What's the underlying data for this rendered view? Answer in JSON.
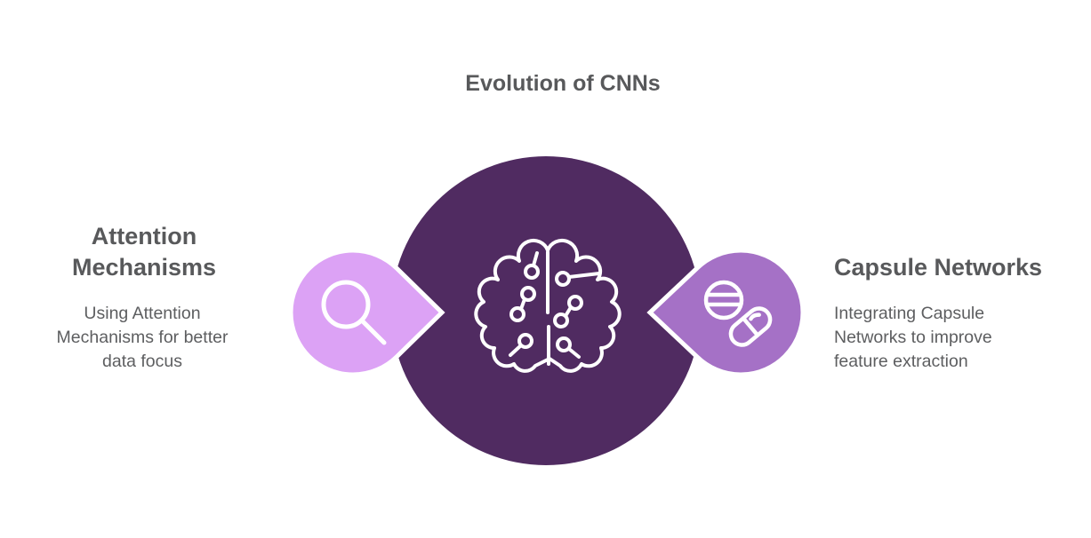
{
  "title": "Evolution of CNNs",
  "center_node": {
    "icon": "brain-circuit-icon"
  },
  "left_node": {
    "heading": "Attention\nMechanisms",
    "description": "Using Attention\nMechanisms for better\ndata focus",
    "icon": "magnifier-icon",
    "color": "#DCA2F5"
  },
  "right_node": {
    "heading": "Capsule Networks",
    "description": "Integrating Capsule\nNetworks to improve\nfeature extraction",
    "icon": "pills-icon",
    "color": "#A571C6"
  },
  "colors": {
    "background": "#FFFFFF",
    "center_circle": "#502B61",
    "left_pin": "#DCA2F5",
    "right_pin": "#A571C6",
    "icon_stroke": "#FFFFFF",
    "heading_text": "#58595B",
    "body_text": "#5D5E60"
  }
}
